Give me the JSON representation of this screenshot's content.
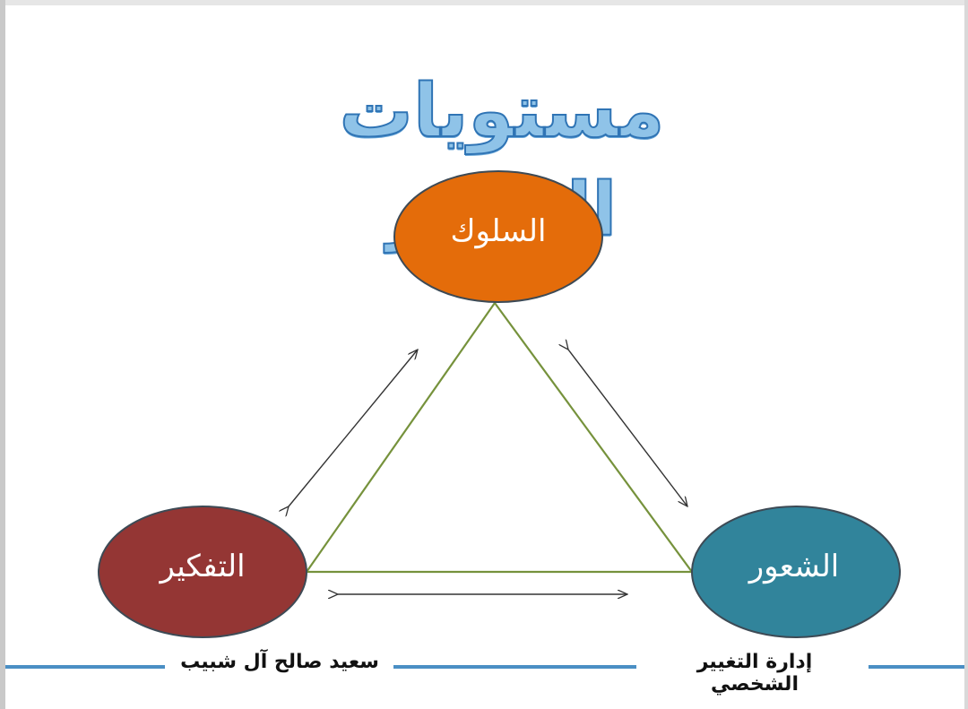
{
  "title": "مستويات التغيير",
  "nodes": {
    "behavior": "السلوك",
    "thinking": "التفكير",
    "feeling": "الشعور"
  },
  "footer": {
    "author": "سعيد صالح آل شبيب",
    "series": "إدارة التغيير الشخصي"
  },
  "colors": {
    "behavior": "#e46c0a",
    "thinking": "#943634",
    "feeling": "#31849b",
    "triangle": "#76923c",
    "footer_line": "#4a8fc4",
    "title": "#8fc3e8"
  }
}
